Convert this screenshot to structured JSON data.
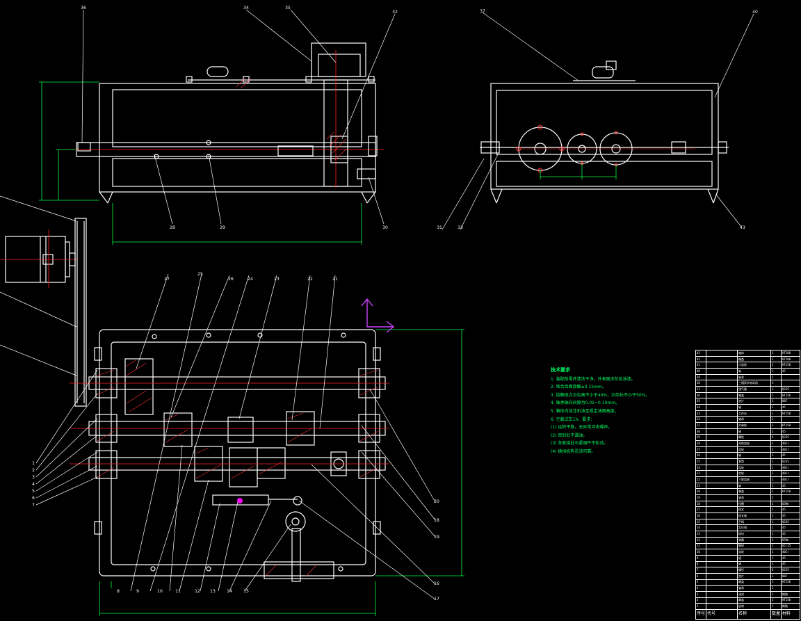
{
  "callouts": {
    "top_view": [
      "36",
      "34",
      "35",
      "32",
      "28",
      "29",
      "30"
    ],
    "side_view": [
      "37",
      "40",
      "31",
      "33",
      "43"
    ],
    "plan_view_top": [
      "27",
      "25",
      "26",
      "24",
      "23",
      "22",
      "21"
    ],
    "plan_view_left": [
      "1",
      "2",
      "3",
      "4",
      "5",
      "6",
      "7"
    ],
    "plan_view_right": [
      "20",
      "18",
      "19",
      "16",
      "17"
    ],
    "plan_view_bottom": [
      "8",
      "9",
      "10",
      "11",
      "12",
      "13",
      "14",
      "15"
    ]
  },
  "tech_notes": {
    "title": "技术要求",
    "lines": [
      "1. 装配前零件清洗干净，外表面涂灰色油漆。",
      "2. 啮合齿面接触≥0.15mm。",
      "3. 接触斑点沿齿高不小于40%，沿齿长不小于50%。",
      "4. 轴承轴向间隙为0.05~0.10mm。",
      "5. 箱体内加注机油至规定油面高度。",
      "6. 空载试车1h，要求：",
      "(1) 运转平稳，无异常冲击噪声。",
      "(2) 密封处不漏油。",
      "(3) 各联接处与紧固件不松动。",
      "(4) 换挡机构灵活可靠。"
    ]
  },
  "bom": {
    "rows": [
      [
        "43",
        "",
        "箱体",
        "1",
        "HT200"
      ],
      [
        "42",
        "",
        "箱盖",
        "1",
        "HT200"
      ],
      [
        "41",
        "",
        "小齿轮",
        "1",
        "HT150"
      ],
      [
        "40",
        "",
        "轴",
        "1",
        "45"
      ],
      [
        "39",
        "",
        "轴承",
        "2",
        ""
      ],
      [
        "38",
        "",
        "三相异步电动机",
        "1",
        ""
      ],
      [
        "37",
        "",
        "透气塞",
        "1",
        "Q235"
      ],
      [
        "36",
        "",
        "端盖",
        "1",
        "HT150"
      ],
      [
        "35",
        "",
        "垫片",
        "1",
        "08F"
      ],
      [
        "34",
        "",
        "轴",
        "1",
        "45"
      ],
      [
        "33",
        "",
        "工作台",
        "1",
        "HT150"
      ],
      [
        "32",
        "",
        "轴承",
        "2",
        ""
      ],
      [
        "31",
        "",
        "大带轮",
        "1",
        "HT150"
      ],
      [
        "30",
        "",
        "键",
        "1",
        "45"
      ],
      [
        "29",
        "",
        "螺栓",
        "4",
        "Q235"
      ],
      [
        "28",
        "",
        "双联齿轮",
        "1",
        "40Cr"
      ],
      [
        "27",
        "",
        "齿轮",
        "1",
        "40Cr"
      ],
      [
        "26",
        "",
        "轴",
        "1",
        "45"
      ],
      [
        "25",
        "",
        "套筒",
        "1",
        "Q235"
      ],
      [
        "24",
        "",
        "齿轮",
        "1",
        "40Cr"
      ],
      [
        "23",
        "",
        "齿轮",
        "1",
        "40Cr"
      ],
      [
        "22",
        "",
        "三联齿轮",
        "1",
        "40Cr"
      ],
      [
        "21",
        "",
        "轴",
        "1",
        "45"
      ],
      [
        "20",
        "",
        "端盖",
        "2",
        "HT150"
      ],
      [
        "19",
        "",
        "轴承",
        "2",
        ""
      ],
      [
        "18",
        "",
        "挡圈",
        "1",
        "65Mn"
      ],
      [
        "17",
        "",
        "拨叉",
        "1",
        "45"
      ],
      [
        "16",
        "",
        "拨叉轴",
        "1",
        "45"
      ],
      [
        "15",
        "",
        "手柄",
        "1",
        "Q235"
      ],
      [
        "14",
        "",
        "定位销",
        "1",
        "45"
      ],
      [
        "13",
        "",
        "拨块",
        "1",
        "45"
      ],
      [
        "12",
        "",
        "弹簧",
        "1",
        "65Mn"
      ],
      [
        "11",
        "",
        "钢球",
        "1",
        "GCr15"
      ],
      [
        "10",
        "",
        "齿轮",
        "1",
        "40Cr"
      ],
      [
        "9",
        "",
        "键",
        "1",
        "45"
      ],
      [
        "8",
        "",
        "轴",
        "1",
        "45"
      ],
      [
        "7",
        "",
        "螺钉",
        "6",
        "Q235"
      ],
      [
        "6",
        "",
        "垫片",
        "1",
        "08F"
      ],
      [
        "5",
        "",
        "端盖",
        "1",
        "HT150"
      ],
      [
        "4",
        "",
        "轴承",
        "2",
        ""
      ],
      [
        "3",
        "",
        "油封",
        "1",
        "橡胶"
      ],
      [
        "2",
        "",
        "端盖",
        "1",
        "HT150"
      ],
      [
        "1",
        "",
        "皮带",
        "1",
        "橡胶"
      ]
    ],
    "header": [
      "序号",
      "代号",
      "名称",
      "数量",
      "材料"
    ]
  },
  "colors": {
    "outline": "#ffffff",
    "centerline": "#ff2020",
    "dimension": "#00ff44",
    "leader": "#ffffff",
    "hatch": "#ff3333",
    "highlight": "#ff00ff",
    "bom_line": "#ffffff",
    "note_text": "#00ff66"
  }
}
